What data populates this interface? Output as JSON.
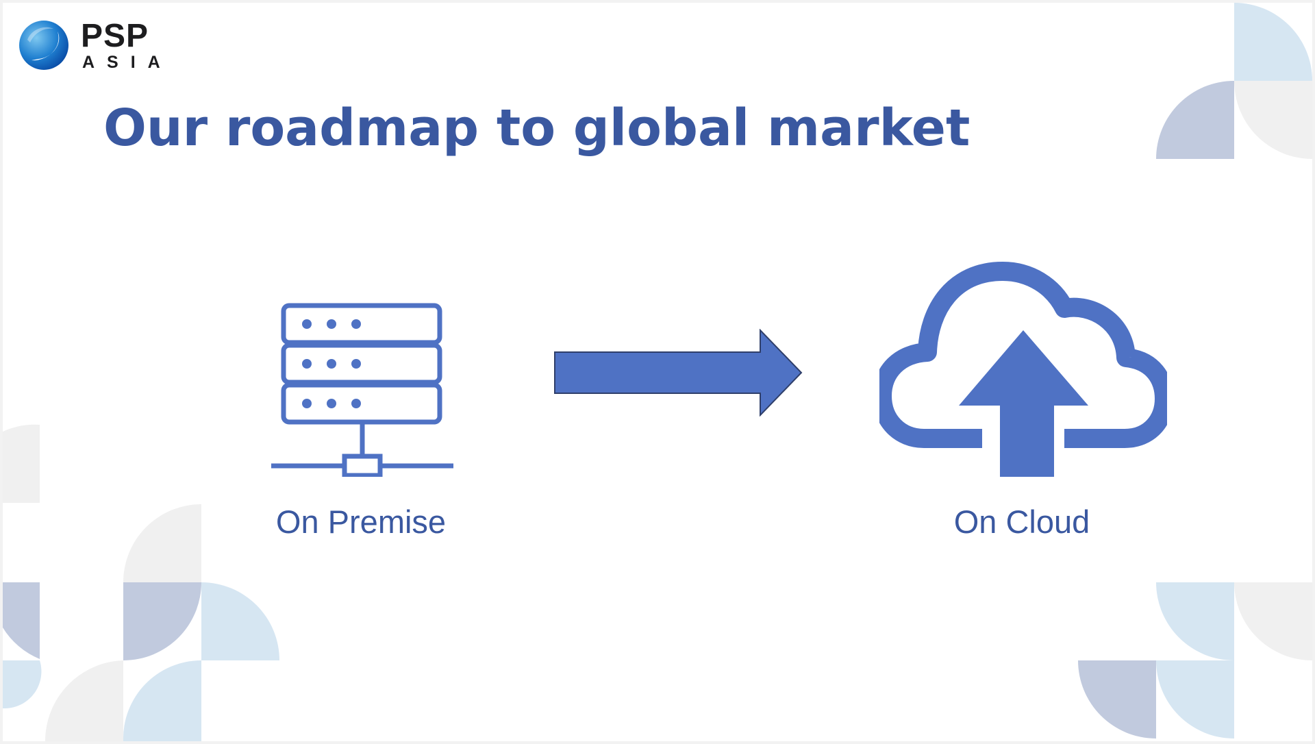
{
  "logo": {
    "name": "PSP",
    "sub": "ASIA",
    "icon": "globe-swirl-icon"
  },
  "slide": {
    "title": "Our roadmap to global market"
  },
  "roadmap": {
    "from": {
      "label": "On Premise",
      "icon": "server-network-icon"
    },
    "connector": {
      "icon": "right-arrow-icon"
    },
    "to": {
      "label": "On Cloud",
      "icon": "cloud-upload-icon"
    }
  },
  "colors": {
    "accent": "#4f72c4",
    "title": "#3a58a0",
    "deco_light_blue": "#d6e6f2",
    "deco_slate": "#c1cade",
    "deco_gray": "#f0f0f0"
  }
}
